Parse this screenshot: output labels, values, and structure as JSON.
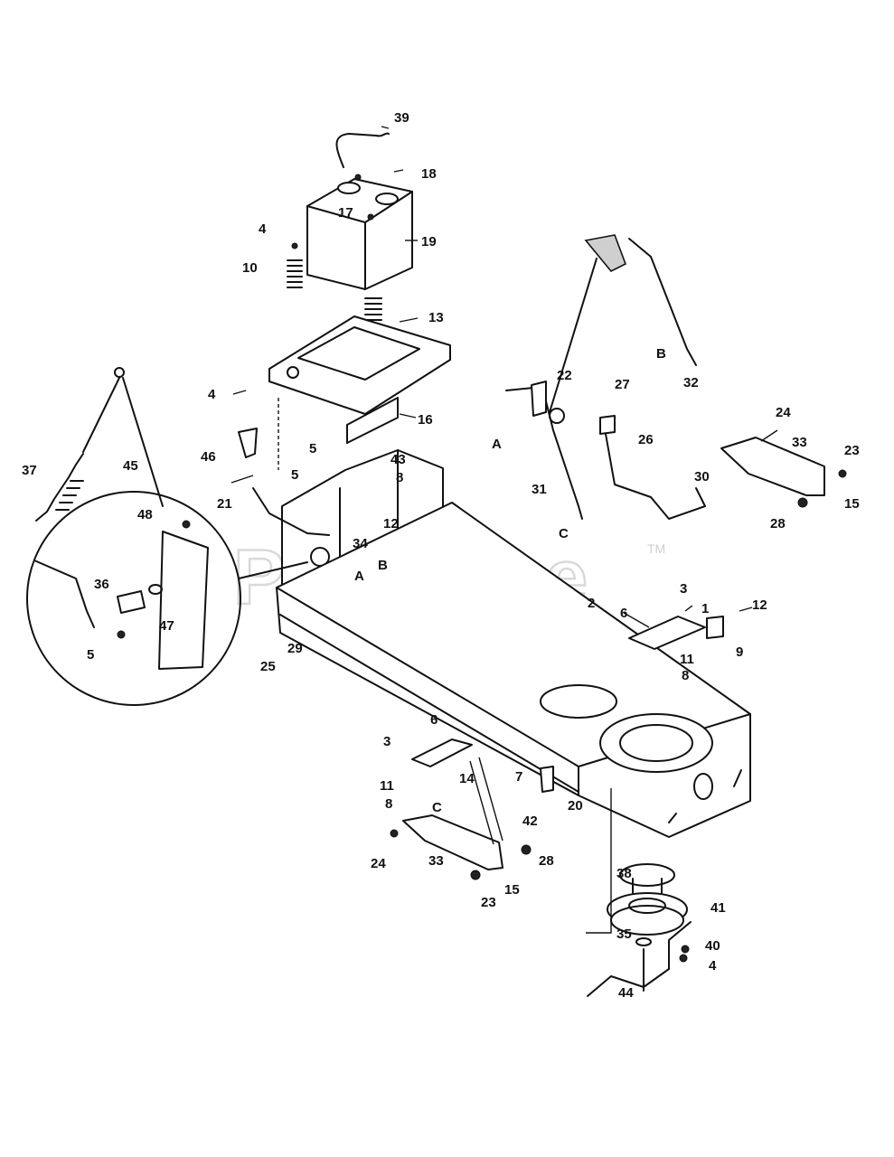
{
  "watermark": {
    "text": "PartsTree",
    "trademark": "TM"
  },
  "callouts": {
    "c1": "1",
    "c2": "2",
    "c3a": "3",
    "c3b": "3",
    "c4a": "4",
    "c4b": "4",
    "c4c": "4",
    "c5a": "5",
    "c5b": "5",
    "c5c": "5",
    "c6a": "6",
    "c6b": "6",
    "c7": "7",
    "c8a": "8",
    "c8b": "8",
    "c8c": "8",
    "c9": "9",
    "c10": "10",
    "c11a": "11",
    "c11b": "11",
    "c12a": "12",
    "c12b": "12",
    "c13": "13",
    "c14": "14",
    "c15a": "15",
    "c15b": "15",
    "c16": "16",
    "c17": "17",
    "c18": "18",
    "c19": "19",
    "c20": "20",
    "c21": "21",
    "c22": "22",
    "c23a": "23",
    "c23b": "23",
    "c24a": "24",
    "c24b": "24",
    "c25": "25",
    "c26": "26",
    "c27": "27",
    "c28a": "28",
    "c28b": "28",
    "c29": "29",
    "c30": "30",
    "c31": "31",
    "c32": "32",
    "c33a": "33",
    "c33b": "33",
    "c34": "34",
    "c35": "35",
    "c36": "36",
    "c37": "37",
    "c38": "38",
    "c39": "39",
    "c40": "40",
    "c41": "41",
    "c42": "42",
    "c43": "43",
    "c44": "44",
    "c45": "45",
    "c46": "46",
    "c47": "47",
    "c48": "48",
    "refA1": "A",
    "refB1": "B",
    "refC1": "C",
    "refA2": "A",
    "refB2": "B",
    "refC2": "C"
  }
}
